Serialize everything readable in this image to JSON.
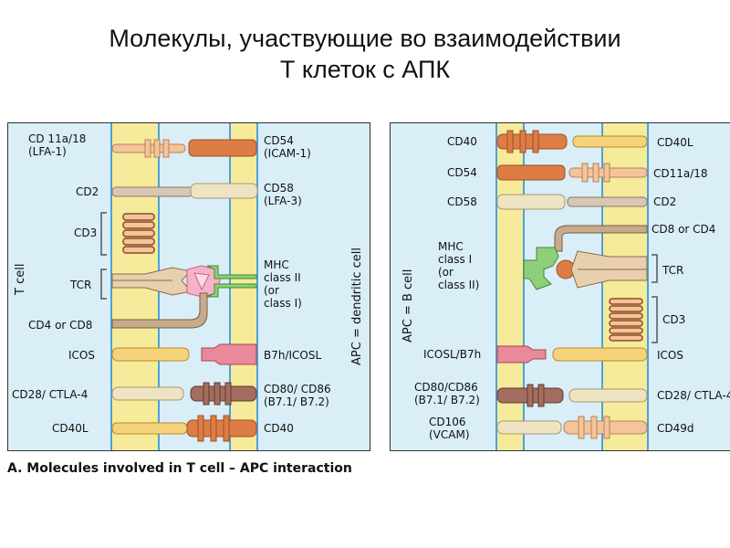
{
  "title_line1": "Молекулы, участвующие во взаимодействии",
  "title_line2": "Т клеток с АПК",
  "caption": "A. Molecules involved in T cell – APC interaction",
  "panel_a": {
    "left_cell": "T cell",
    "right_cell": "APC = dendritic cell",
    "left_labels": [
      "CD 11a/18\n(LFA-1)",
      "CD2",
      "CD3",
      "TCR",
      "CD4 or CD8",
      "ICOS",
      "CD28/ CTLA-4",
      "CD40L"
    ],
    "right_labels": [
      "CD54\n(ICAM-1)",
      "CD58\n(LFA-3)",
      "MHC\nclass II\n(or\nclass I)",
      "B7h/ICOSL",
      "CD80/ CD86\n(B7.1/ B7.2)",
      "CD40"
    ]
  },
  "panel_b": {
    "left_cell": "APC = B cell",
    "left_labels": [
      "CD40",
      "CD54",
      "CD58",
      "MHC\nclass I\n(or\nclass II)",
      "ICOSL/B7h",
      "CD80/CD86\n(B7.1/ B7.2)",
      "CD106\n(VCAM)"
    ],
    "right_labels": [
      "CD40L",
      "CD11a/18",
      "CD2",
      "CD8 or CD4",
      "TCR",
      "CD3",
      "ICOS",
      "CD28/ CTLA-4",
      "CD49d"
    ]
  },
  "colors": {
    "background": "#d9eef7",
    "membrane": "#f5eb9a",
    "membrane_edge": "#4aa3d8",
    "molecule_peach": "#f4c49a",
    "molecule_orange": "#dd7d45",
    "molecule_yellow": "#f6d37a",
    "molecule_pink": "#e98a9a",
    "molecule_brown": "#a36d5f",
    "molecule_cream": "#eee4c4",
    "mhc_green": "#8fcf7a",
    "bracket": "#555555"
  }
}
